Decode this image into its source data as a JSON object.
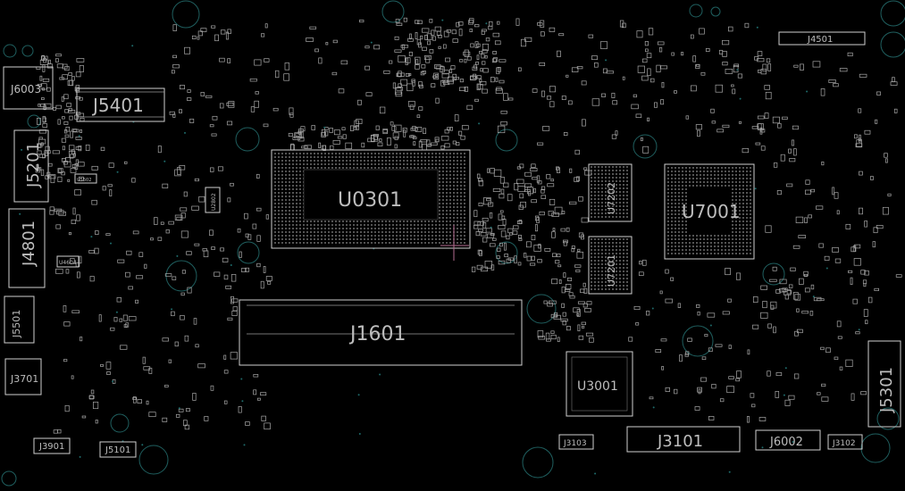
{
  "title": "",
  "components": [
    {
      "id": "J6003",
      "name": "connector-j6003"
    },
    {
      "id": "J5401",
      "name": "connector-j5401"
    },
    {
      "id": "J5201",
      "name": "connector-j5201"
    },
    {
      "id": "J4801",
      "name": "connector-j4801"
    },
    {
      "id": "J5501",
      "name": "connector-j5501"
    },
    {
      "id": "J3701",
      "name": "connector-j3701"
    },
    {
      "id": "J3901",
      "name": "connector-j3901"
    },
    {
      "id": "J5101",
      "name": "connector-j5101"
    },
    {
      "id": "U0301",
      "name": "chip-u0301"
    },
    {
      "id": "J1601",
      "name": "connector-j1601"
    },
    {
      "id": "U7202",
      "name": "chip-u7202"
    },
    {
      "id": "U7201",
      "name": "chip-u7201"
    },
    {
      "id": "U7001",
      "name": "chip-u7001"
    },
    {
      "id": "U3001",
      "name": "chip-u3001"
    },
    {
      "id": "J3101",
      "name": "connector-j3101"
    },
    {
      "id": "J3103",
      "name": "connector-j3103"
    },
    {
      "id": "J6002",
      "name": "connector-j6002"
    },
    {
      "id": "J3102",
      "name": "connector-j3102"
    },
    {
      "id": "J5301",
      "name": "connector-j5301"
    },
    {
      "id": "J4501",
      "name": "connector-j4501"
    },
    {
      "id": "U2802",
      "name": "chip-u2802"
    },
    {
      "id": "U4604",
      "name": "chip-u4604"
    },
    {
      "id": "U5502",
      "name": "chip-u5502"
    }
  ],
  "colors": {
    "background": "#000000",
    "silkscreen": "#cfcfcf",
    "label": "#bdbdbd",
    "mounting_hole": "#1f5f5f"
  }
}
